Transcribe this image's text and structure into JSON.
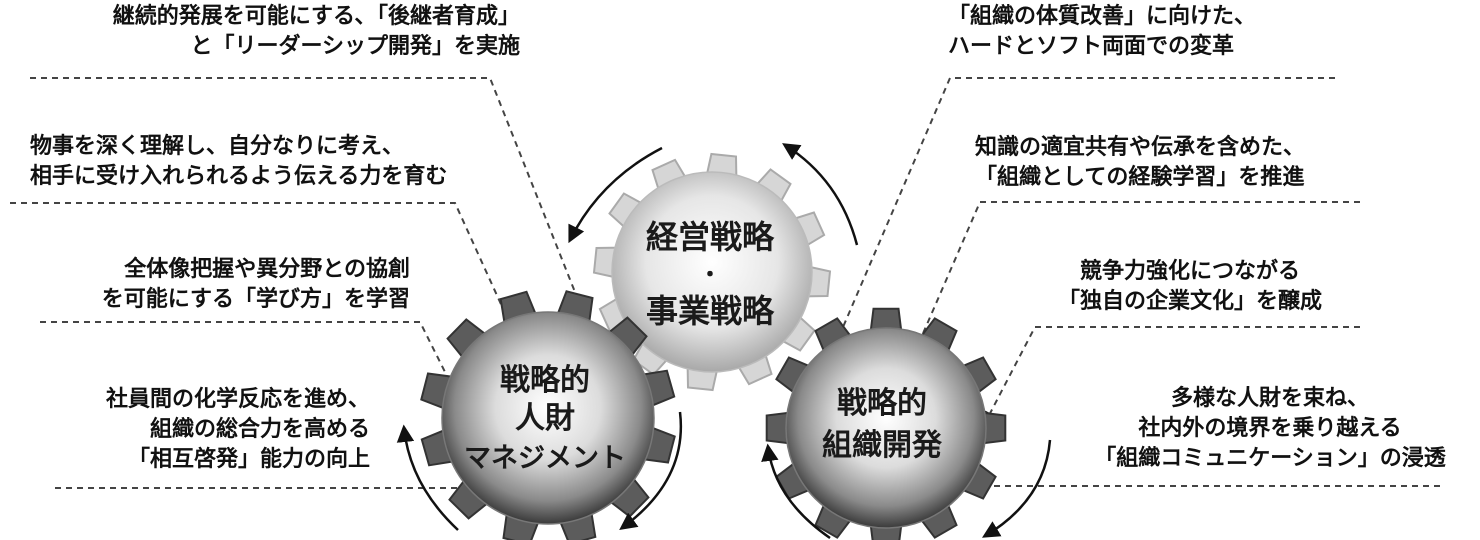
{
  "gears": {
    "strategy": {
      "line1": "経営戦略",
      "dot": "・",
      "line2": "事業戦略"
    },
    "hr": {
      "line1": "戦略的",
      "line2": "人財",
      "line3": "マネジメント"
    },
    "org": {
      "line1": "戦略的",
      "line2": "組織開発"
    }
  },
  "captions": {
    "left_1": [
      "継続的発展を可能にする､「後継者育成」",
      "と「リーダーシップ開発」を実施"
    ],
    "left_2": [
      "物事を深く理解し、自分なりに考え、",
      "相手に受け入れられるよう伝える力を育む"
    ],
    "left_3": [
      "全体像把握や異分野との協創",
      "を可能にする「学び方」を学習"
    ],
    "left_4": [
      "社員間の化学反応を進め、",
      "組織の総合力を高める",
      "「相互啓発」能力の向上"
    ],
    "right_1": [
      "「組織の体質改善」に向けた、",
      "ハードとソフト両面での変革"
    ],
    "right_2": [
      "知識の適宜共有や伝承を含めた、",
      "「組織としての経験学習」を推進"
    ],
    "right_3": [
      "競争力強化につながる",
      "「独自の企業文化」を醸成"
    ],
    "right_4": [
      "多様な人財を束ね、",
      "社内外の境界を乗り越える",
      "「組織コミュニケーション」の浸透"
    ]
  }
}
